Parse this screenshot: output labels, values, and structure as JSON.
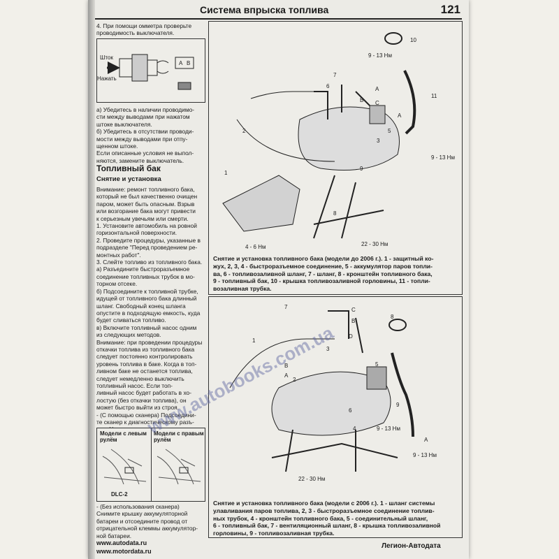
{
  "header": {
    "title": "Система впрыска топлива",
    "page_number": "121"
  },
  "left_column": {
    "intro": "4. При помощи омметра проверьте\nпроводимость выключателя.",
    "switch_labels": {
      "rod": "Шток",
      "press": "Нажать",
      "a": "A",
      "b": "B"
    },
    "checks": "а) Убедитесь в наличии проводимо-\nсти между выводами при нажатом\nштоке выключателя.\nб) Убедитесь в отсутствии проводи-\nмости между выводами при отпу-\nщенном штоке.\nЕсли описанные условия не выпол-\nняются, замените выключатель.",
    "section_title": "Топливный бак",
    "subsection_title": "Снятие и установка",
    "body": "Внимание: ремонт топливного бака,\nкоторый не был качественно очищен\nпаром, может быть опасным. Взрыв\nили возгорание бака могут привести\nк серьезным увечьям или смерти.\n1. Установите автомобиль на ровной\nгоризонтальной поверхности.\n2. Проведите процедуры, указанные в\nподразделе \"Перед проведением ре-\nмонтных работ\".\n3. Слейте топливо из топливного бака.\nа) Разъедините быстроразъемное\nсоединение топливных трубок в мо-\nторном отсеке.\nб) Подсоедините к топливной трубке,\nидущей от топливного бака длинный\nшланг. Свободный конец шланга\nопустите в подходящую емкость, куда\nбудет сливаться топливо.\nв) Включите топливный насос одним\nиз следующих методов.\nВнимание: при проведении процедуры\nоткачки топлива из топливного бака\nследует постоянно контролировать\nуровень топлива в баке. Когда в топ-\nливном баке не останется топлива,\nследует немедленно выключить\nтопливный насос. Если топ-\nливный насос будет работать в хо-\nлостую (без откачки топлива), он\nможет быстро выйти из строя.\n- (С помощью сканера) Подсоедини-\nте сканер к диагностическому разъ-\nему. Установите замок зажигания в\nположение \"ON\" и, с помощью\nфункции \"FP\" на сканере, включите\nтопливный насос.",
    "dlc_left": "Модели с левым\nрулём",
    "dlc_right": "Модели с правым\nрулём",
    "dlc_label": "DLC-2",
    "body2": "- (Без использования сканера)\nСнимите крышку аккумуляторной\nбатареи и отсоедините провод от\nотрицательной клеммы аккумулятор-\nной батареи."
  },
  "figure_top": {
    "caption": "Снятие и установка топливного бака (модели до 2006 г.). 1 - защитный ко-\nжух, 2, 3, 4 - быстроразъемное соединение, 5 - аккумулятор паров топли-\nва, 6 - топливозаливной шланг, 7 - шланг, 8 - кронштейн топливного бака,\n9 - топливный бак, 10 - крышка топливозаливной горловины, 11 - топли-\nвозаливная трубка.",
    "labels": [
      "10",
      "9 - 13 Нм",
      "11",
      "7",
      "6",
      "A",
      "B",
      "C",
      "A",
      "2",
      "3",
      "5",
      "9",
      "9 - 13 Нм",
      "1",
      "8",
      "4 - 6 Нм",
      "22 - 30 Нм"
    ]
  },
  "figure_bottom": {
    "caption": "Снятие и установка топливного бака (модели с 2006 г.). 1 - шланг системы\nулавливания паров топлива, 2, 3 - быстроразъемное соединение топлив-\nных трубок, 4 - кронштейн топливного бака, 5 - соединительный шланг,\n6 - топливный бак, 7 - вентиляционный шланг, 8 - крышка топливозаливной\nгорловины, 9 - топливозаливная трубка.",
    "labels": [
      "7",
      "C",
      "B",
      "8",
      "1",
      "D",
      "3",
      "B",
      "A",
      "5",
      "2",
      "6",
      "9",
      "4",
      "9 - 13 Нм",
      "A",
      "9 - 13 Нм",
      "22 - 30 Нм"
    ]
  },
  "footer": {
    "site1": "www.autodata.ru",
    "site2": "www.motordata.ru",
    "publisher": "Легион-Автодата"
  },
  "watermark": "www.autobooks.com.ua"
}
